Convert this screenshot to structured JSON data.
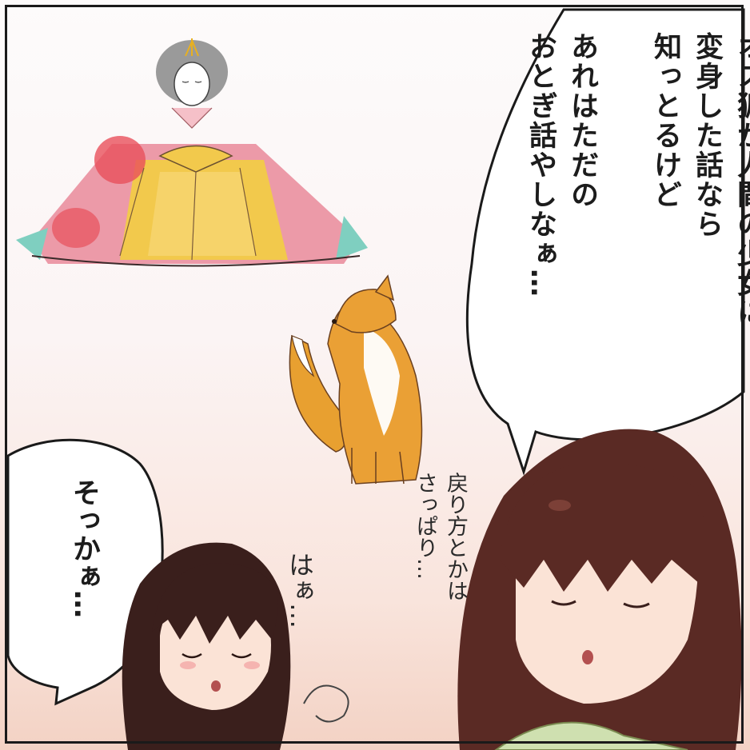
{
  "speech_main": {
    "lines": [
      "オス狐が人間の少女に",
      "変身した話なら",
      "知っとるけど",
      "",
      "あれはただの",
      "おとぎ話やしなぁ…"
    ]
  },
  "speech_left": {
    "text": "そっかぁ…"
  },
  "aside_right": {
    "lines": [
      "戻り方とかは",
      "さっぱり…"
    ]
  },
  "sigh_text": {
    "text": "はぁ…"
  },
  "colors": {
    "border": "#1a1a1a",
    "hair_dark": "#3a1f1c",
    "hair_auburn": "#5a2a24",
    "fox_orange": "#e8a030",
    "kimono_pink": "#e98a9a",
    "kimono_yellow": "#f2c94c"
  }
}
